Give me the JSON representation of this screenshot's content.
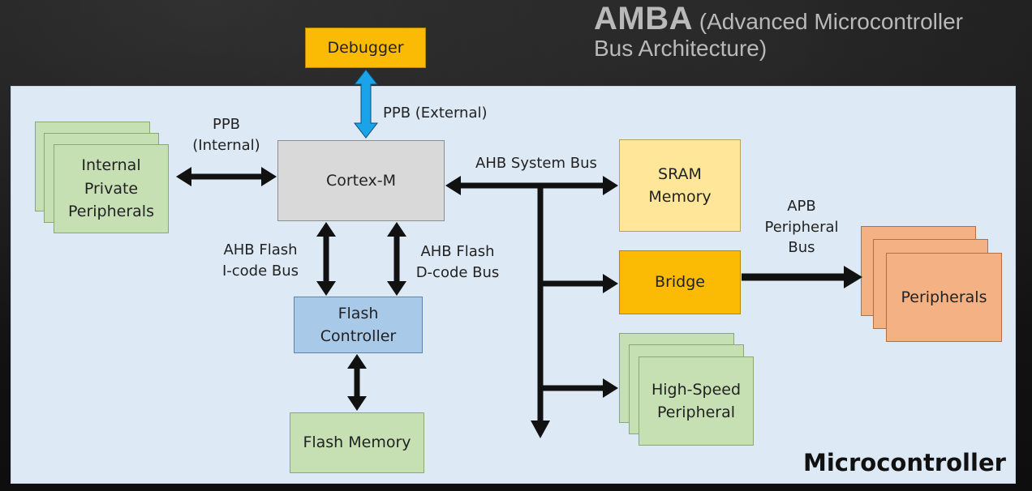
{
  "header": {
    "acronym": "AMBA",
    "expansion_line1": "(Advanced Microcontroller",
    "expansion_line2": "Bus Architecture)"
  },
  "diagram": {
    "container_label": "Microcontroller",
    "blocks": {
      "debugger": "Debugger",
      "cortex": "Cortex-M",
      "internal_peripherals": "Internal\nPrivate\nPeripherals",
      "flash_controller": "Flash\nController",
      "flash_memory": "Flash Memory",
      "sram": "SRAM\nMemory",
      "bridge": "Bridge",
      "high_speed": "High-Speed\nPeripheral",
      "peripherals": "Peripherals"
    },
    "bus_labels": {
      "ppb_external": "PPB (External)",
      "ppb_internal": "PPB\n(Internal)",
      "ahb_system": "AHB System Bus",
      "icode": "AHB Flash\nI-code Bus",
      "dcode": "AHB Flash\nD-code Bus",
      "apb": "APB\nPeripheral\nBus"
    },
    "colors": {
      "debugger": "#fbbb05",
      "cortex": "#d9d9d9",
      "green": "#c6e0b4",
      "flash_controller": "#a9c9e8",
      "sram": "#ffe699",
      "bridge": "#fbbb05",
      "peripherals": "#f4b183",
      "ppb_external_arrow": "#1aa3e8"
    }
  }
}
